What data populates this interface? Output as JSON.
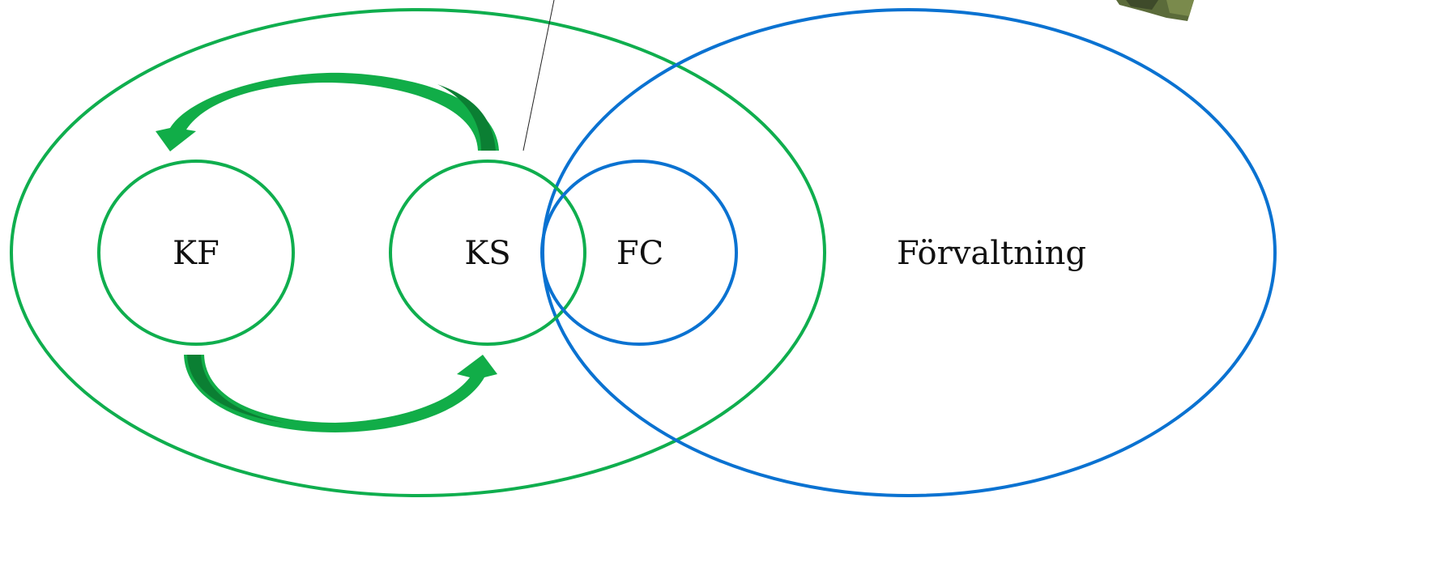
{
  "diagram": {
    "nodes": {
      "kf": {
        "label": "KF"
      },
      "ks": {
        "label": "KS"
      },
      "fc": {
        "label": "FC"
      },
      "forvaltning": {
        "label": "Förvaltning"
      }
    }
  },
  "colors": {
    "green": "#0fae4e",
    "blue": "#0a72d1",
    "arrow_fill": "#11ad48",
    "arrow_shade": "#0b7f33",
    "leader": "#222222"
  }
}
